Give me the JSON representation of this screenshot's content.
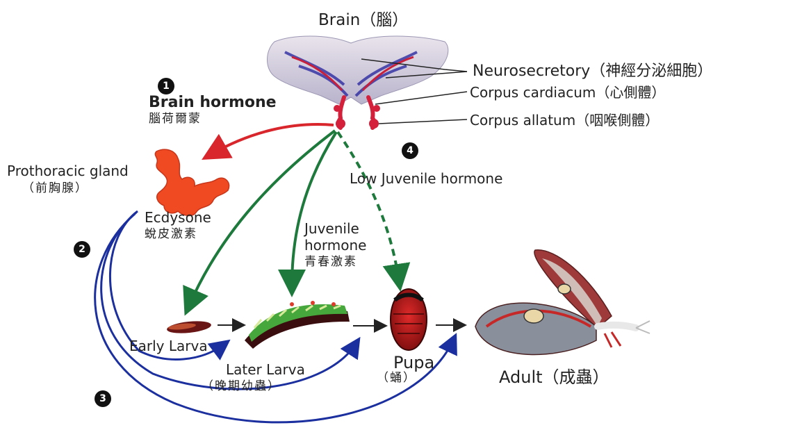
{
  "colors": {
    "neural": "#d4203a",
    "blue_vessel": "#1b3fa8",
    "hormone_arrow_red": "#d9262c",
    "juvenile_arrow_green": "#1e7a3c",
    "ecdysone_arrow_blue": "#1b2f9e",
    "gland_orange": "#f04a22",
    "text": "#222222"
  },
  "labels": {
    "brain": "Brain（腦）",
    "neurosecretory": "Neurosecretory（神經分泌細胞）",
    "corpus_cardiacum": "Corpus cardiacum（心側體）",
    "corpus_allatum": "Corpus allatum（咽喉側體）",
    "brain_hormone_en": "Brain hormone",
    "brain_hormone_zh": "腦荷爾蒙",
    "prothoracic_en": "Prothoracic gland",
    "prothoracic_zh": "（前胸腺）",
    "ecdysone_en": "Ecdysone",
    "ecdysone_zh": "蛻皮激素",
    "juvenile_en_1": "Juvenile",
    "juvenile_en_2": "hormone",
    "juvenile_zh": "青春激素",
    "low_juvenile": "Low Juvenile hormone",
    "early_larva": "Early Larva",
    "later_larva_en": "Later Larva",
    "later_larva_zh": "（晚期幼蟲）",
    "pupa_en": "Pupa",
    "pupa_zh": "（蛹）",
    "adult": "Adult（成蟲）"
  },
  "steps": [
    "1",
    "2",
    "3",
    "4"
  ]
}
